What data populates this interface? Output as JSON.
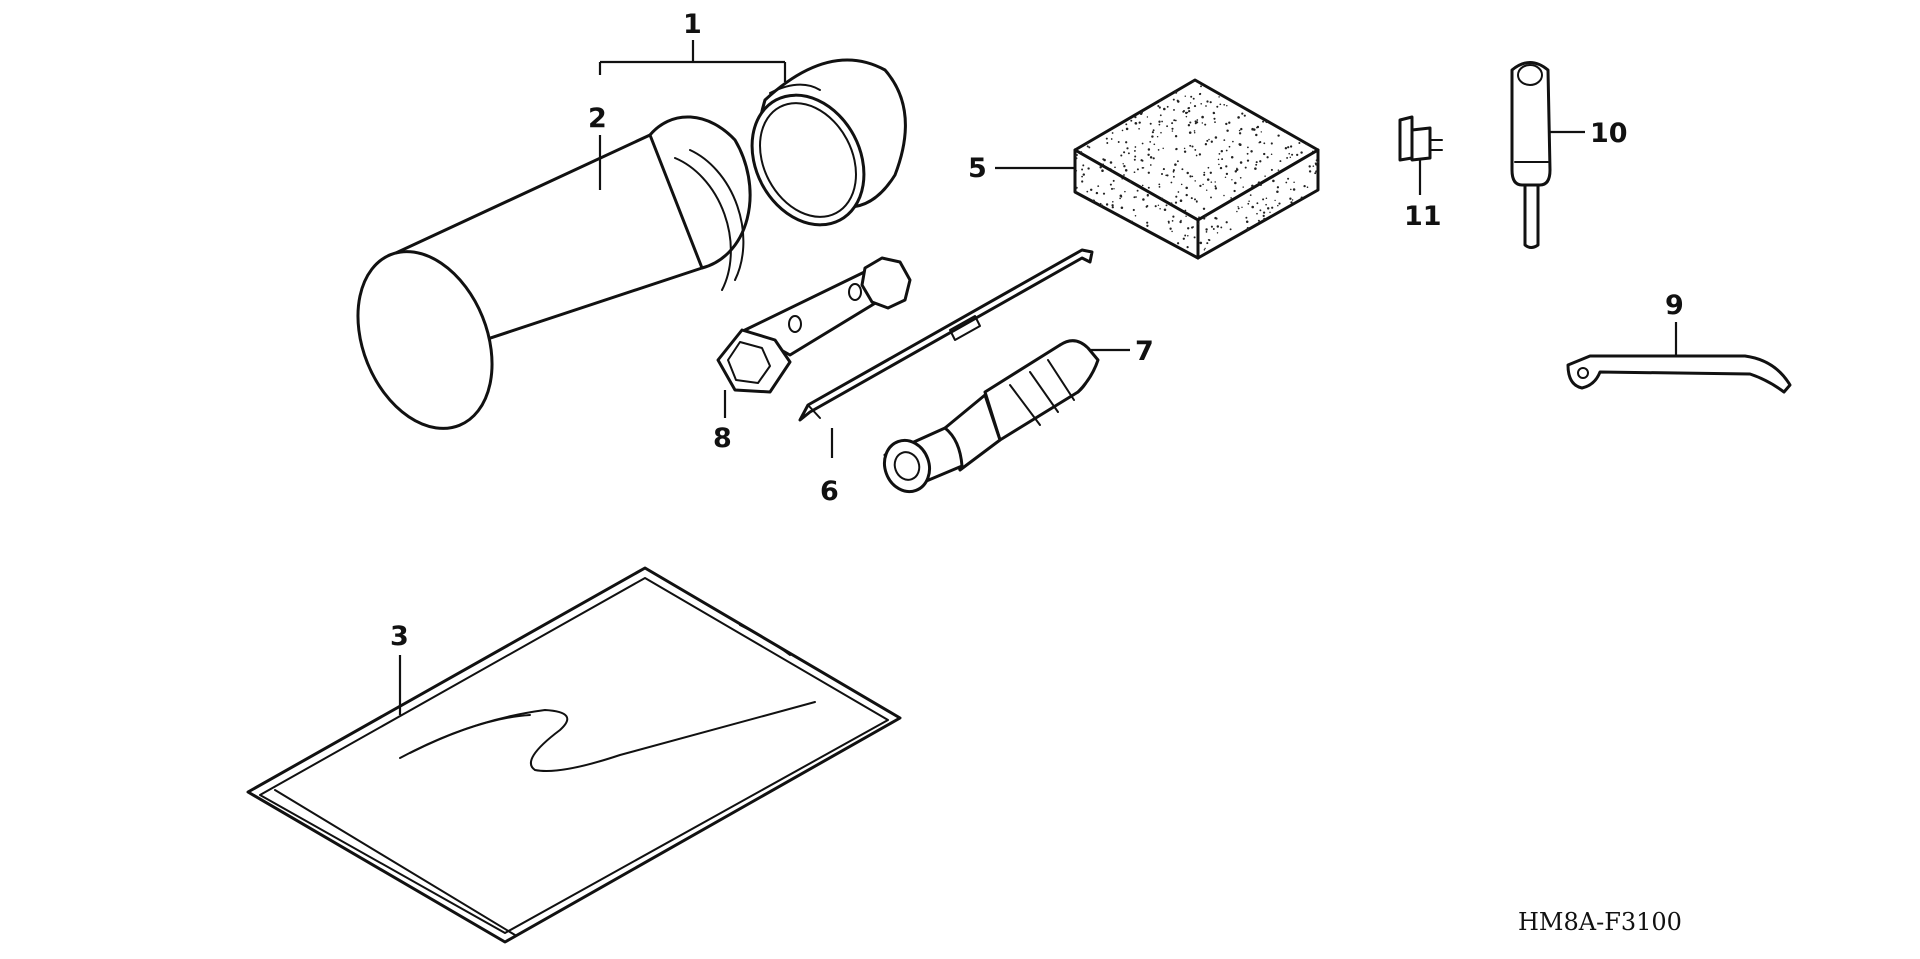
{
  "diagram": {
    "drawing_code": "HM8A-F3100",
    "callouts": {
      "c1": "1",
      "c2": "2",
      "c3": "3",
      "c5": "5",
      "c6": "6",
      "c7": "7",
      "c8": "8",
      "c9": "9",
      "c10": "10",
      "c11": "11"
    }
  },
  "colors": {
    "line": "#111111",
    "background": "#ffffff"
  }
}
